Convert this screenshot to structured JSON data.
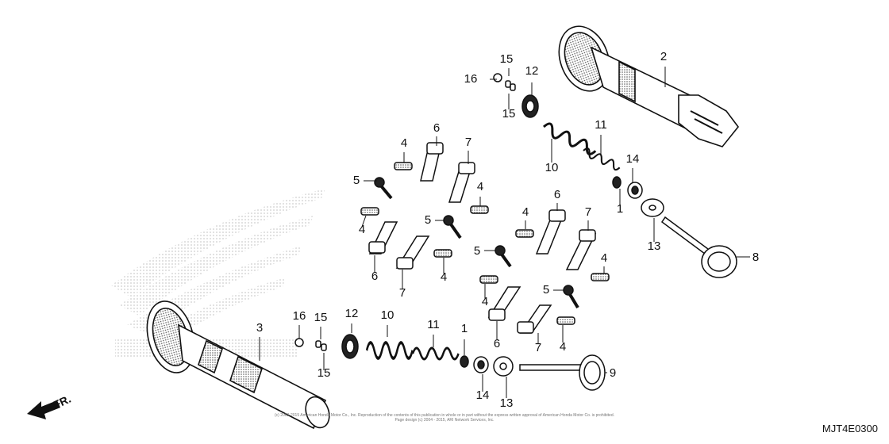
{
  "diagram_code": "MJT4E0300",
  "front_label": "FR.",
  "copyright_line1": "(c) 2003-2015 American Honda Motor Co., Inc. Reproduction of the contents of this publication in whole or in part without the express written approval of American Honda Motor Co. is prohibited.",
  "copyright_line2": "Page design (c) 2004 - 2015, ARI Network Services, Inc.",
  "callouts": [
    {
      "id": "c16a",
      "n": "16"
    },
    {
      "id": "c15a",
      "n": "15"
    },
    {
      "id": "c15b",
      "n": "15"
    },
    {
      "id": "c12a",
      "n": "12"
    },
    {
      "id": "c2",
      "n": "2"
    },
    {
      "id": "c10a",
      "n": "10"
    },
    {
      "id": "c11a",
      "n": "11"
    },
    {
      "id": "c14a",
      "n": "14"
    },
    {
      "id": "c1a",
      "n": "1"
    },
    {
      "id": "c13a",
      "n": "13"
    },
    {
      "id": "c8",
      "n": "8"
    },
    {
      "id": "c6a",
      "n": "6"
    },
    {
      "id": "c7a",
      "n": "7"
    },
    {
      "id": "c4a",
      "n": "4"
    },
    {
      "id": "c5a",
      "n": "5"
    },
    {
      "id": "c4b",
      "n": "4"
    },
    {
      "id": "c4c",
      "n": "4"
    },
    {
      "id": "c5b",
      "n": "5"
    },
    {
      "id": "c6b",
      "n": "6"
    },
    {
      "id": "c7b",
      "n": "7"
    },
    {
      "id": "c4d",
      "n": "4"
    },
    {
      "id": "c5c",
      "n": "5"
    },
    {
      "id": "c4e",
      "n": "4"
    },
    {
      "id": "c6c",
      "n": "6"
    },
    {
      "id": "c7c",
      "n": "7"
    },
    {
      "id": "c4f",
      "n": "4"
    },
    {
      "id": "c4g",
      "n": "4"
    },
    {
      "id": "c5d",
      "n": "5"
    },
    {
      "id": "c4h",
      "n": "4"
    },
    {
      "id": "c6d",
      "n": "6"
    },
    {
      "id": "c7d",
      "n": "7"
    },
    {
      "id": "c4i",
      "n": "4"
    },
    {
      "id": "c3",
      "n": "3"
    },
    {
      "id": "c16b",
      "n": "16"
    },
    {
      "id": "c15c",
      "n": "15"
    },
    {
      "id": "c15d",
      "n": "15"
    },
    {
      "id": "c12b",
      "n": "12"
    },
    {
      "id": "c10b",
      "n": "10"
    },
    {
      "id": "c11b",
      "n": "11"
    },
    {
      "id": "c1b",
      "n": "1"
    },
    {
      "id": "c14b",
      "n": "14"
    },
    {
      "id": "c13b",
      "n": "13"
    },
    {
      "id": "c9",
      "n": "9"
    }
  ]
}
